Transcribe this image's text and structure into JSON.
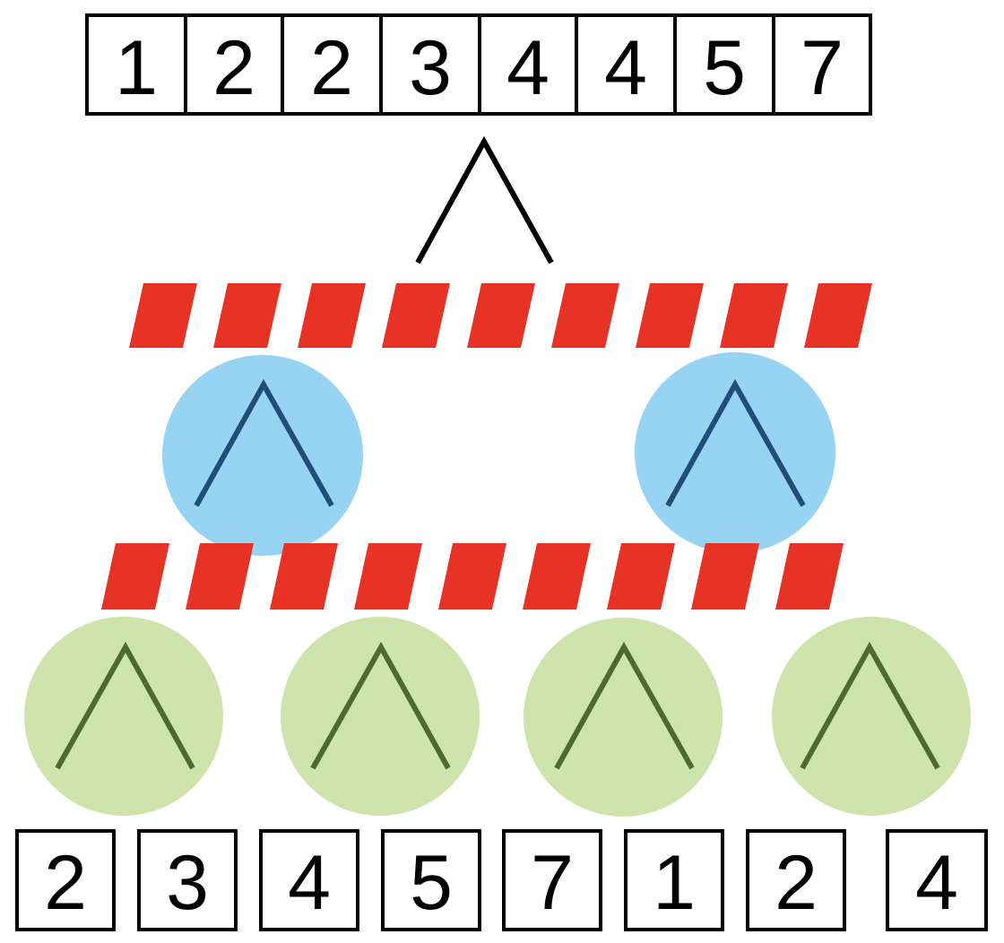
{
  "output_array": {
    "values": [
      "1",
      "2",
      "2",
      "3",
      "4",
      "4",
      "5",
      "7"
    ]
  },
  "input_array": {
    "values": [
      "2",
      "3",
      "4",
      "5",
      "7",
      "1",
      "2",
      "4"
    ]
  },
  "colors": {
    "barrier": "#e73326",
    "level1_node_fill": "#97d3f2",
    "level1_operator": "#1f4e79",
    "level2_node_fill": "#cee4ac",
    "level2_operator": "#4e6b2e",
    "root_operator": "#000000",
    "cell_border": "#000000"
  },
  "operator_glyph": "wedge (∧)",
  "levels": {
    "root_nodes": 1,
    "level1_nodes": 2,
    "level2_nodes": 4,
    "barrier_rows": 2
  }
}
